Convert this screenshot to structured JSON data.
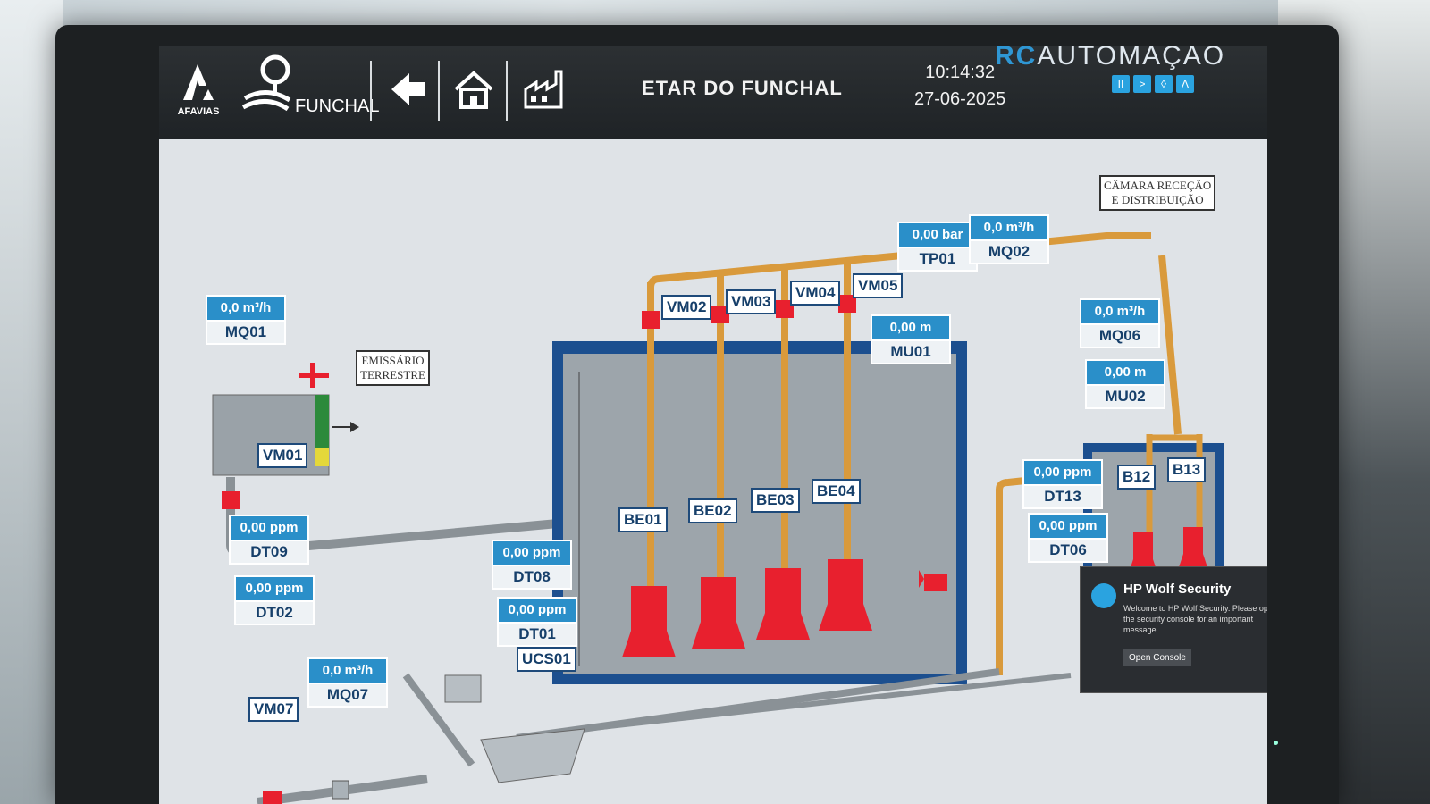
{
  "header": {
    "logo_left": "AFAVIAS",
    "logo_city": "FUNCHAL",
    "title": "ETAR DO FUNCHAL",
    "time": "10:14:32",
    "date": "27-06-2025",
    "brand_strong": "RC",
    "brand_rest": "AUTOMAÇÃO",
    "controls": [
      "II",
      ">",
      "◊",
      "Λ"
    ]
  },
  "valves": {
    "vm01": "VM01",
    "vm02": "VM02",
    "vm03": "VM03",
    "vm04": "VM04",
    "vm05": "VM05",
    "vm07": "VM07"
  },
  "pumps": {
    "be01": "BE01",
    "be02": "BE02",
    "be03": "BE03",
    "be04": "BE04",
    "b12": "B12",
    "b13": "B13"
  },
  "meters": {
    "mq01": {
      "value": "0,0 m³/h",
      "name": "MQ01"
    },
    "mq02": {
      "value": "0,0 m³/h",
      "name": "MQ02"
    },
    "tp01": {
      "value": "0,00 bar",
      "name": "TP01"
    },
    "mu01": {
      "value": "0,00 m",
      "name": "MU01"
    },
    "mq06": {
      "value": "0,0 m³/h",
      "name": "MQ06"
    },
    "mu02": {
      "value": "0,00 m",
      "name": "MU02"
    },
    "dt13": {
      "value": "0,00 ppm",
      "name": "DT13"
    },
    "dt06": {
      "value": "0,00 ppm",
      "name": "DT06"
    },
    "dt09": {
      "value": "0,00 ppm",
      "name": "DT09"
    },
    "dt02": {
      "value": "0,00 ppm",
      "name": "DT02"
    },
    "dt08": {
      "value": "0,00 ppm",
      "name": "DT08"
    },
    "dt01": {
      "value": "0,00 ppm",
      "name": "DT01"
    },
    "mq07": {
      "value": "0,0 m³/h",
      "name": "MQ07"
    }
  },
  "labels": {
    "ucs01": "UCS01",
    "emissario_1": "EMISSÁRIO",
    "emissario_2": "TERRESTRE",
    "camara_1": "CÂMARA RECEÇÃO",
    "camara_2": "E DISTRIBUIÇÃO"
  },
  "toast": {
    "title": "HP Wolf Security",
    "message": "Welcome to HP Wolf Security. Please open the security console for an important message.",
    "button": "Open Console",
    "close": "×"
  },
  "colors": {
    "pipe": "#d99a3c",
    "pipe_grey": "#8a9196",
    "tank_border": "#1c4f8f",
    "pump": "#e8202e",
    "meter_value_bg": "#2a8fc9"
  }
}
